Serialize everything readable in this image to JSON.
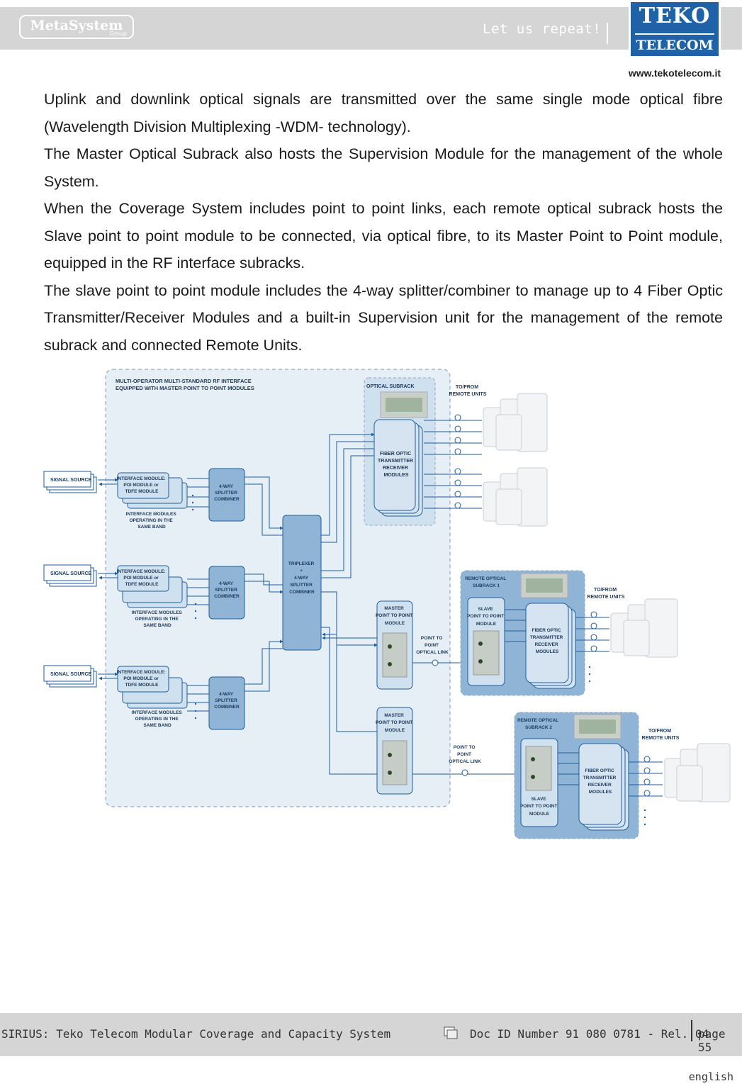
{
  "header": {
    "brand_left": "MetaSystem",
    "brand_left_sub": "Group",
    "tagline": "Let us repeat!",
    "logo_line1": "TEKO",
    "logo_line2": "TELECOM",
    "website": "www.tekotelecom.it"
  },
  "body": {
    "paragraphs": [
      "Uplink and downlink optical signals are transmitted over the same single mode optical fibre (Wavelength Division Multiplexing -WDM- technology).",
      "The Master Optical Subrack also hosts the Supervision Module for the management of the whole System.",
      "When the Coverage System includes point to point links, each remote optical subrack hosts the Slave point to point module to be connected, via optical fibre, to its Master Point to Point module, equipped in the RF interface subracks.",
      "The slave point to point module includes the 4-way splitter/combiner to manage up to 4 Fiber Optic Transmitter/Receiver Modules and a built-in Supervision unit for the management of the remote subrack and connected Remote Units."
    ]
  },
  "diagram": {
    "main_title_1": "MULTI-OPERATOR MULTI-STANDARD RF INTERFACE",
    "main_title_2": "EQUIPPED WITH MASTER POINT TO POINT MODULES",
    "signal_source": "SIGNAL SOURCE",
    "interface_module_1": "INTERFACE MODULE:",
    "interface_module_2": "POI MODULE or",
    "interface_module_3": "TDFE MODULE",
    "iface_band_1": "INTERFACE MODULES",
    "iface_band_2": "OPERATING IN THE",
    "iface_band_3": "SAME BAND",
    "combiner_1": "4-WAY",
    "combiner_2": "SPLITTER",
    "combiner_3": "COMBINER",
    "triplexer_1": "TRIPLEXER",
    "triplexer_2": "+",
    "triplexer_3": "4-WAY",
    "triplexer_4": "SPLITTER",
    "triplexer_5": "COMBINER",
    "optical_subrack": "OPTICAL SUBRACK",
    "fiber_1": "FIBER OPTIC",
    "fiber_2": "TRANSMITTER",
    "fiber_3": "RECEIVER",
    "fiber_4": "MODULES",
    "to_from_1": "TO/FROM",
    "to_from_2": "REMOTE UNITS",
    "master_1": "MASTER",
    "master_2": "POINT TO POINT",
    "master_3": "MODULE",
    "ptp_1": "POINT TO",
    "ptp_2": "POINT",
    "ptp_3": "OPTICAL LINK",
    "remote1_1": "REMOTE OPTICAL",
    "remote1_2": "SUBRACK 1",
    "remote2_1": "REMOTE OPTICAL",
    "remote2_2": "SUBRACK 2",
    "slave_1": "SLAVE",
    "slave_2": "POINT TO POINT",
    "slave_3": "MODULE"
  },
  "footer": {
    "title": "SIRIUS: Teko Telecom Modular Coverage and Capacity System",
    "doc_id": "Doc ID Number 91 080 0781 - Rel. 04",
    "page": "page 55",
    "language": "english"
  },
  "colors": {
    "header_bg": "#d5d5d5",
    "logo_blue": "#1f62a8",
    "panel_bg": "#e6eef6",
    "module_blue": "#8fb4d6",
    "line_blue": "#1f5e9e"
  }
}
